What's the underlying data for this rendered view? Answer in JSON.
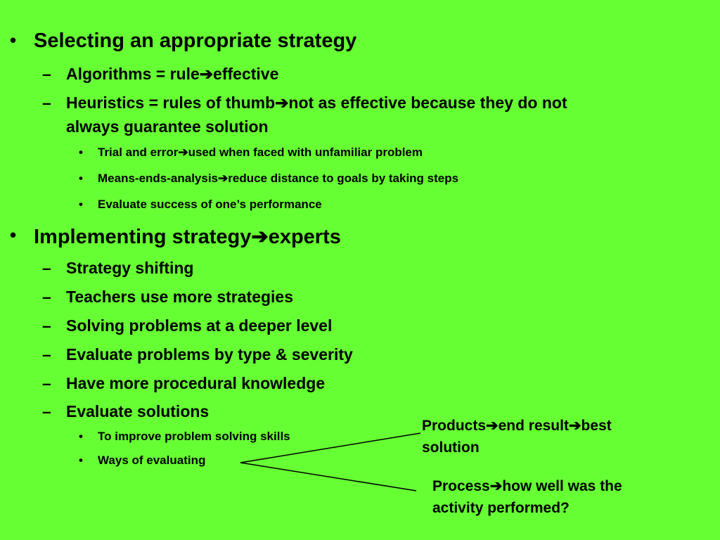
{
  "slide": {
    "bullets": [
      {
        "text": "Selecting an appropriate strategy",
        "sub": [
          {
            "text": "Algorithms = rule➔effective"
          },
          {
            "text": "Heuristics = rules of thumb➔not as effective because they do not",
            "text2": "always guarantee solution",
            "sub": [
              {
                "text": "Trial and error➔used when faced with unfamiliar problem"
              },
              {
                "text": "Means-ends-analysis➔reduce distance to goals by taking steps"
              },
              {
                "text": "Evaluate success of one’s performance"
              }
            ]
          }
        ]
      },
      {
        "text": "Implementing strategy➔experts",
        "sub": [
          {
            "text": "Strategy shifting"
          },
          {
            "text": "Teachers use more strategies"
          },
          {
            "text": "Solving problems at a deeper level"
          },
          {
            "text": "Evaluate problems by type & severity"
          },
          {
            "text": "Have more procedural knowledge"
          },
          {
            "text": "Evaluate solutions",
            "sub": [
              {
                "text": "To improve problem solving skills"
              },
              {
                "text": "Ways of evaluating"
              }
            ]
          }
        ]
      }
    ],
    "callouts": {
      "products": "Products➔end result➔best solution",
      "process": "Process➔how well was the activity performed?"
    },
    "markers": {
      "level1": "•",
      "level2": "–",
      "level3": "•"
    },
    "colors": {
      "background": "#66ff33",
      "text": "#000000"
    }
  }
}
